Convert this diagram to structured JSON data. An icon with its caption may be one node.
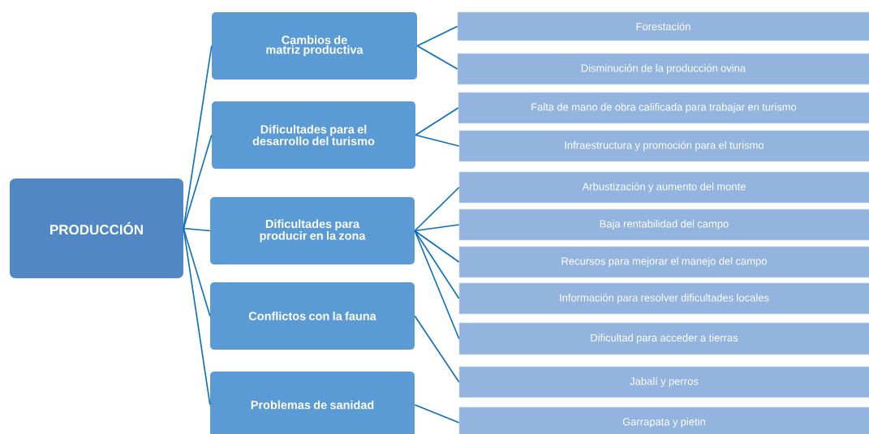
{
  "diagram": {
    "nodes": [
      {
        "text": [
          "PRODUCCIÓN"
        ]
      },
      {
        "text": [
          "Cambios de matriz productiva"
        ]
      },
      {
        "text": [
          "Dificultades para el desarrollo del turismo"
        ]
      },
      {
        "text": [
          "Dificultades para producir en la zona"
        ]
      },
      {
        "text": [
          "Conflictos con la fauna"
        ]
      },
      {
        "text": [
          "Problemas de sanidad"
        ]
      },
      {
        "text": [
          "Forestación"
        ]
      },
      {
        "text": [
          "Disminución de la producción ovina"
        ]
      },
      {
        "text": [
          "Falta de mano de obra calificada para trabajar en turismo"
        ]
      },
      {
        "text": [
          "Infraestructura y promoción para el turismo"
        ]
      },
      {
        "text": [
          "Arbustización y aumento del monte"
        ]
      },
      {
        "text": [
          "Baja rentabilidad del campo"
        ]
      },
      {
        "text": [
          "Recursos para mejorar el manejo del campo"
        ]
      },
      {
        "text": [
          "Información para resolver dificultades locales"
        ]
      },
      {
        "text": [
          "Dificultad para acceder a tierras"
        ]
      },
      {
        "text": [
          "Jabalí y perros"
        ]
      },
      {
        "text": [
          "Garrapata y pietin"
        ]
      }
    ],
    "edges": [
      {
        "from": 0,
        "to": 1,
        "arrow": "none"
      },
      {
        "from": 0,
        "to": 2,
        "arrow": "none"
      },
      {
        "from": 0,
        "to": 3,
        "arrow": "none"
      },
      {
        "from": 0,
        "to": 4,
        "arrow": "none"
      },
      {
        "from": 0,
        "to": 5,
        "arrow": "none"
      },
      {
        "from": 1,
        "to": 6,
        "arrow": "none"
      },
      {
        "from": 1,
        "to": 7,
        "arrow": "none"
      },
      {
        "from": 2,
        "to": 8,
        "arrow": "none"
      },
      {
        "from": 2,
        "to": 9,
        "arrow": "none"
      },
      {
        "from": 3,
        "to": 10,
        "arrow": "none"
      },
      {
        "from": 3,
        "to": 11,
        "arrow": "none"
      },
      {
        "from": 3,
        "to": 12,
        "arrow": "none"
      },
      {
        "from": 3,
        "to": 13,
        "arrow": "none"
      },
      {
        "from": 3,
        "to": 14,
        "arrow": "none"
      },
      {
        "from": 4,
        "to": 15,
        "arrow": "none"
      },
      {
        "from": 5,
        "to": 16,
        "arrow": "none"
      }
    ]
  }
}
